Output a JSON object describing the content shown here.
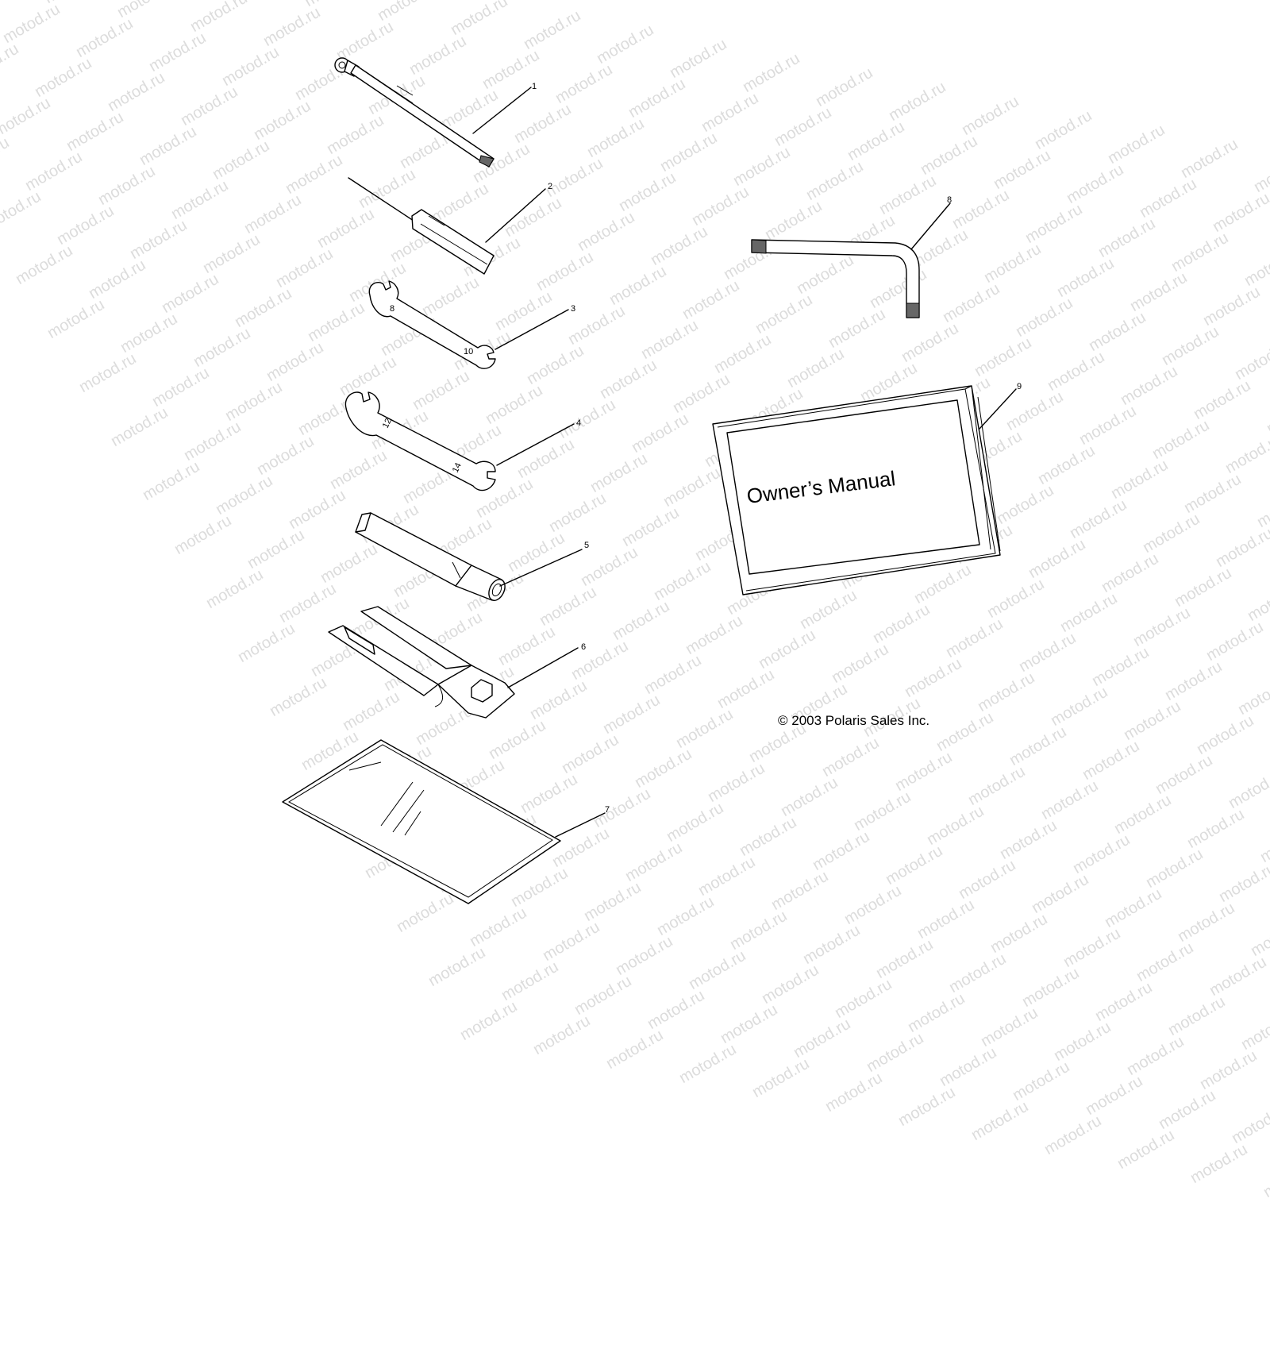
{
  "watermark": {
    "text": "motod.ru"
  },
  "parts": [
    {
      "callout": "1",
      "name": "tire-pressure-gauge"
    },
    {
      "callout": "2",
      "name": "screwdriver"
    },
    {
      "callout": "3",
      "name": "open-end-wrench-small"
    },
    {
      "callout": "4",
      "name": "open-end-wrench-large"
    },
    {
      "callout": "5",
      "name": "spark-plug-wrench"
    },
    {
      "callout": "6",
      "name": "combination-tool"
    },
    {
      "callout": "7",
      "name": "tool-bag"
    },
    {
      "callout": "8",
      "name": "hex-key"
    },
    {
      "callout": "9",
      "name": "owners-manual"
    }
  ],
  "manual": {
    "title": "Owner’s Manual"
  },
  "wrench_small": {
    "size_a": "8",
    "size_b": "10"
  },
  "wrench_large": {
    "size_a": "12",
    "size_b": "14"
  },
  "copyright": "© 2003 Polaris Sales Inc."
}
